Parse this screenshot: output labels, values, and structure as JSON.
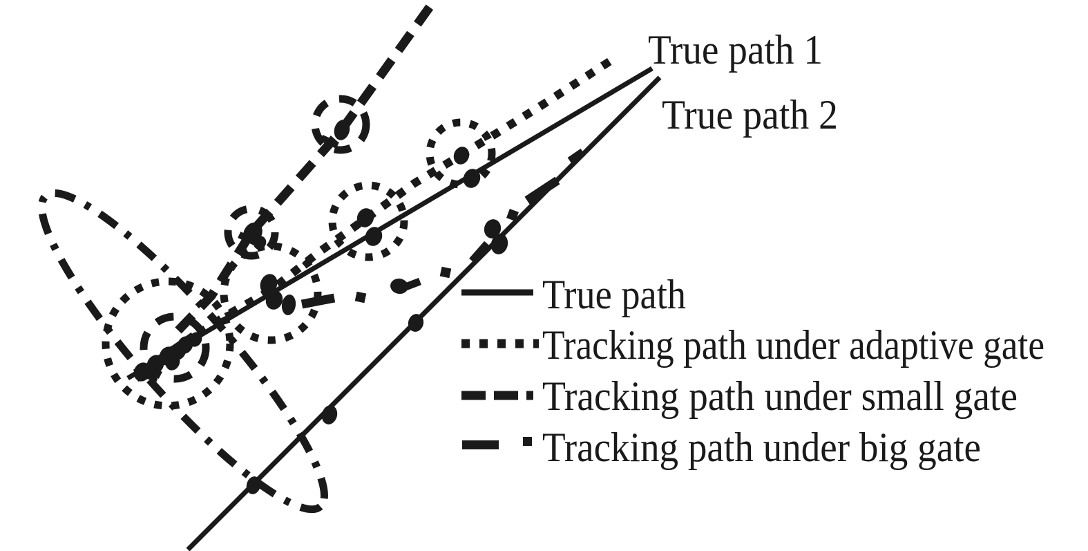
{
  "figure": {
    "kind": "target-tracking-gate-comparison-diagram",
    "background": "#ffffff"
  },
  "colors": {
    "ink": "#1a1a1a",
    "background": "#ffffff"
  },
  "path_labels": {
    "path1": "True path 1",
    "path2": "True path 2"
  },
  "legend": {
    "items": [
      {
        "label": "True path",
        "style": "solid"
      },
      {
        "label": "Tracking path under adaptive gate",
        "style": "dotted"
      },
      {
        "label": "Tracking path under small gate",
        "style": "dashed"
      },
      {
        "label": "Tracking path under big gate",
        "style": "long-dash-dot"
      }
    ]
  },
  "diagram": {
    "gates": {
      "adaptive_gate_circles": 4,
      "small_gate_circles": 3,
      "big_gate_ellipse": 1
    },
    "true_paths": 2
  }
}
